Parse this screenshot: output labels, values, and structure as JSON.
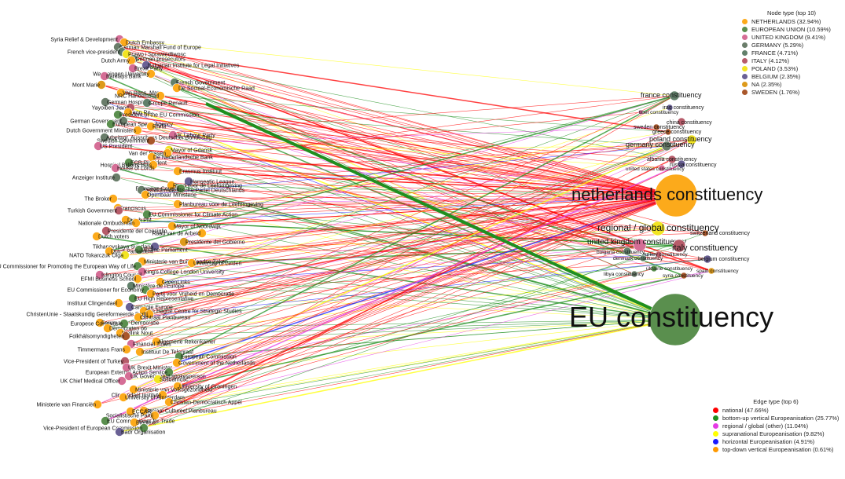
{
  "node_legend": {
    "title": "Node type (top 10)",
    "items": [
      {
        "label": "NETHERLANDS (32.94%)",
        "color": "#fcaa1b"
      },
      {
        "label": "EUROPEAN UNION (10.59%)",
        "color": "#5a8f4e"
      },
      {
        "label": "UNITED KINGDOM (9.41%)",
        "color": "#d56e96"
      },
      {
        "label": "GERMANY (5.29%)",
        "color": "#6a7d6a"
      },
      {
        "label": "FRANCE (4.71%)",
        "color": "#62806b"
      },
      {
        "label": "ITALY (4.12%)",
        "color": "#b75c6a"
      },
      {
        "label": "POLAND (3.53%)",
        "color": "#f2e422"
      },
      {
        "label": "BELGIUM (2.35%)",
        "color": "#6a6195"
      },
      {
        "label": "NA (2.35%)",
        "color": "#dd9a1b"
      },
      {
        "label": "SWEDEN (1.76%)",
        "color": "#a9572b"
      }
    ]
  },
  "edge_legend": {
    "title": "Edge type (top 6)",
    "items": [
      {
        "label": "national (47.66%)",
        "color": "#ff0000"
      },
      {
        "label": "bottom-up vertical Europeanisation (25.77%)",
        "color": "#1f8f1f"
      },
      {
        "label": "regional / global (other) (11.04%)",
        "color": "#e53be5"
      },
      {
        "label": "supranational Europeanisation (9.82%)",
        "color": "#ffff00"
      },
      {
        "label": "horizontal Europeanisation (4.91%)",
        "color": "#1a1aff"
      },
      {
        "label": "top-down vertical Europeanisation (0.61%)",
        "color": "#ff9900"
      }
    ]
  },
  "constituencies": [
    {
      "label": "EU constituency",
      "color": "#5a8f4e",
      "size": "xl"
    },
    {
      "label": "netherlands constituency",
      "color": "#fcaa1b",
      "size": "lg"
    },
    {
      "label": "regional / global constituency",
      "color": "#f2e422",
      "size": "md"
    },
    {
      "label": "united kingdom constituency",
      "color": "#d56e96",
      "size": "md"
    },
    {
      "label": "italy constituency",
      "color": "#b75c6a",
      "size": "md"
    },
    {
      "label": "france constituency",
      "color": "#62806b",
      "size": "sm"
    },
    {
      "label": "poland constituency",
      "color": "#f2e422",
      "size": "sm"
    },
    {
      "label": "germany constituency",
      "color": "#6a7d6a",
      "size": "sm"
    },
    {
      "label": "iraq constituency",
      "color": "#6a6195",
      "size": "xs"
    },
    {
      "label": "tibet constituency",
      "color": "#d56e96",
      "size": "xs"
    },
    {
      "label": "china constituency",
      "color": "#b75c6a",
      "size": "xs"
    },
    {
      "label": "sweden constituency",
      "color": "#a9572b",
      "size": "xs"
    },
    {
      "label": "greece constituency",
      "color": "#a9572b",
      "size": "xs"
    },
    {
      "label": "albania constituency",
      "color": "#b75c6a",
      "size": "xs"
    },
    {
      "label": "russia constituency",
      "color": "#6a6195",
      "size": "xs"
    },
    {
      "label": "united states constituency",
      "color": "#d56e96",
      "size": "xs"
    },
    {
      "label": "switzerland constituency",
      "color": "#a9572b",
      "size": "xs"
    },
    {
      "label": "bulgaria constituency",
      "color": "#62806b",
      "size": "xs"
    },
    {
      "label": "turkey constituency",
      "color": "#b75c6a",
      "size": "xs"
    },
    {
      "label": "belgium constituency",
      "color": "#6a6195",
      "size": "xs"
    },
    {
      "label": "denmark constituency",
      "color": "#62806b",
      "size": "xs"
    },
    {
      "label": "ukraine constituency",
      "color": "#5a8f4e",
      "size": "xs"
    },
    {
      "label": "spain constituency",
      "color": "#dd9a1b",
      "size": "xs"
    },
    {
      "label": "libya constituency",
      "color": "#6a7d6a",
      "size": "xs"
    },
    {
      "label": "syria constituency",
      "color": "#a9572b",
      "size": "xs"
    }
  ],
  "actors": [
    {
      "label": "Syria Relief & Development",
      "color": "#d56e96"
    },
    {
      "label": "Dutch Embassy",
      "color": "#fcaa1b"
    },
    {
      "label": "German Marshall Fund of Europe",
      "color": "#6a7d6a"
    },
    {
      "label": "French vice-president",
      "color": "#62806b"
    },
    {
      "label": "Prawo i Sprawiedliwosc",
      "color": "#f2e422"
    },
    {
      "label": "German prosecutors",
      "color": "#6a7d6a"
    },
    {
      "label": "Dutch Army",
      "color": "#fcaa1b"
    },
    {
      "label": "Bulgarian Institute for Legal Initiatives",
      "color": "#6a6195"
    },
    {
      "label": "Brexit Party",
      "color": "#d56e96"
    },
    {
      "label": "Wageningen University",
      "color": "#fcaa1b"
    },
    {
      "label": "Barclays Bank",
      "color": "#d56e96"
    },
    {
      "label": "French Government",
      "color": "#62806b"
    },
    {
      "label": "Mont Marie",
      "color": "#dd9a1b"
    },
    {
      "label": "De Sociaal-Economische Raad",
      "color": "#fcaa1b"
    },
    {
      "label": "Van Rens, Marc",
      "color": "#fcaa1b"
    },
    {
      "label": "NRC Handelsblad",
      "color": "#fcaa1b"
    },
    {
      "label": "German Hospitals",
      "color": "#6a7d6a"
    },
    {
      "label": "Groupe Renault",
      "color": "#62806b"
    },
    {
      "label": "Yayoiben Jiang",
      "color": "#b75c6a"
    },
    {
      "label": "Leon Ro",
      "color": "#fcaa1b"
    },
    {
      "label": "President of the EU Commission",
      "color": "#5a8f4e"
    },
    {
      "label": "German Government",
      "color": "#6a7d6a"
    },
    {
      "label": "European Space Agency",
      "color": "#5a8f4e"
    },
    {
      "label": "RIVM",
      "color": "#fcaa1b"
    },
    {
      "label": "Dutch Government Ministers",
      "color": "#fcaa1b"
    },
    {
      "label": "UK Labour Party",
      "color": "#d56e96"
    },
    {
      "label": "Arbeitsgr. Ausschuss Deutscher Bundestag",
      "color": "#6a7d6a"
    },
    {
      "label": "Swedish Government",
      "color": "#a9572b"
    },
    {
      "label": "US President",
      "color": "#d56e96"
    },
    {
      "label": "Mayor of Gdansk",
      "color": "#f2e422"
    },
    {
      "label": "Van der Biesen",
      "color": "#fcaa1b"
    },
    {
      "label": "De Nederlandsche Bank",
      "color": "#fcaa1b"
    },
    {
      "label": "ECB President",
      "color": "#5a8f4e"
    },
    {
      "label": "Hospital Bijlkerk Bois",
      "color": "#fcaa1b"
    },
    {
      "label": "House of Lords",
      "color": "#d56e96"
    },
    {
      "label": "Erasmus Instituut",
      "color": "#fcaa1b"
    },
    {
      "label": "Anzeiger Institute",
      "color": "#6a7d6a"
    },
    {
      "label": "Hanseatic League",
      "color": "#6a6195"
    },
    {
      "label": "Raad voor de Leefomgeving",
      "color": "#fcaa1b"
    },
    {
      "label": "European Council",
      "color": "#5a8f4e"
    },
    {
      "label": "Sozialdemokratische Partei Deutschlands",
      "color": "#6a7d6a"
    },
    {
      "label": "Openbaar Ministerie",
      "color": "#fcaa1b"
    },
    {
      "label": "The Broker",
      "color": "#fcaa1b"
    },
    {
      "label": "Planbureau voor de Leefomgeving",
      "color": "#fcaa1b"
    },
    {
      "label": "Franciscus",
      "color": "#fcaa1b"
    },
    {
      "label": "Turkish Government",
      "color": "#b75c6a"
    },
    {
      "label": "EU Commissioner for Climate Action",
      "color": "#5a8f4e"
    },
    {
      "label": "Dutch PM",
      "color": "#fcaa1b"
    },
    {
      "label": "Nationale Ombudsman",
      "color": "#fcaa1b"
    },
    {
      "label": "Mayor of Noordwijk",
      "color": "#fcaa1b"
    },
    {
      "label": "Presidente del Consiglio",
      "color": "#b75c6a"
    },
    {
      "label": "Raad van de Arbeid",
      "color": "#fcaa1b"
    },
    {
      "label": "Dutch voters",
      "color": "#fcaa1b"
    },
    {
      "label": "Presidente del Gobierno",
      "color": "#dd9a1b"
    },
    {
      "label": "Tikhanovskaya Sviatlana",
      "color": "#6a6195"
    },
    {
      "label": "Ukraine Parliament",
      "color": "#5a8f4e"
    },
    {
      "label": "Dutch Parliament",
      "color": "#fcaa1b"
    },
    {
      "label": "NATO Tokarczuk Olga",
      "color": "#f2e422"
    },
    {
      "label": "Ministerie van Buitenlandse Zaken",
      "color": "#fcaa1b"
    },
    {
      "label": "University of Leiden",
      "color": "#fcaa1b"
    },
    {
      "label": "EU Commissioner for Promoting the European Way of Life",
      "color": "#5a8f4e"
    },
    {
      "label": "King's College London University",
      "color": "#d56e96"
    },
    {
      "label": "Islington Council",
      "color": "#d56e96"
    },
    {
      "label": "EFMI Business School",
      "color": "#fcaa1b"
    },
    {
      "label": "GroenLinks",
      "color": "#fcaa1b"
    },
    {
      "label": "Ministère de l'Europe",
      "color": "#62806b"
    },
    {
      "label": "EU Commissioner for Economy",
      "color": "#5a8f4e"
    },
    {
      "label": "Partij voor Vrijheid en Democratie",
      "color": "#fcaa1b"
    },
    {
      "label": "EU High Representative",
      "color": "#5a8f4e"
    },
    {
      "label": "Instituut Clingendael",
      "color": "#fcaa1b"
    },
    {
      "label": "Carnegie Europe",
      "color": "#6a6195"
    },
    {
      "label": "The Hague Centre for Strategic Studies",
      "color": "#fcaa1b"
    },
    {
      "label": "ChristenUnie - Staatskundig Gereformeerde Partij",
      "color": "#fcaa1b"
    },
    {
      "label": "Centraal Planbureau",
      "color": "#fcaa1b"
    },
    {
      "label": "Forum voor Democratie",
      "color": "#fcaa1b"
    },
    {
      "label": "Europese Commissie",
      "color": "#5a8f4e"
    },
    {
      "label": "Democraten 66",
      "color": "#fcaa1b"
    },
    {
      "label": "Wellink Nout",
      "color": "#fcaa1b"
    },
    {
      "label": "Folkhälsomyndigheten",
      "color": "#a9572b"
    },
    {
      "label": "Algemene Rekenkamer",
      "color": "#fcaa1b"
    },
    {
      "label": "Financial Times",
      "color": "#d56e96"
    },
    {
      "label": "Timmermans Frans",
      "color": "#fcaa1b"
    },
    {
      "label": "Instituut De Telegraaf",
      "color": "#fcaa1b"
    },
    {
      "label": "European Commission",
      "color": "#5a8f4e"
    },
    {
      "label": "Vice-President of Turkey",
      "color": "#b75c6a"
    },
    {
      "label": "Government of the Netherlands",
      "color": "#fcaa1b"
    },
    {
      "label": "UK Brexit Minister",
      "color": "#d56e96"
    },
    {
      "label": "European External Action Service",
      "color": "#5a8f4e"
    },
    {
      "label": "UK Government spokesperson",
      "color": "#d56e96"
    },
    {
      "label": "Solidarność",
      "color": "#f2e422"
    },
    {
      "label": "UK Chief Medical Officer",
      "color": "#d56e96"
    },
    {
      "label": "University of Groningen",
      "color": "#fcaa1b"
    },
    {
      "label": "Ministerie van Volksgezondheid",
      "color": "#fcaa1b"
    },
    {
      "label": "Clingendael Institute",
      "color": "#fcaa1b"
    },
    {
      "label": "University of Amsterdam",
      "color": "#fcaa1b"
    },
    {
      "label": "Christen-Democratisch Appèl",
      "color": "#fcaa1b"
    },
    {
      "label": "Ministerie van Financiën",
      "color": "#fcaa1b"
    },
    {
      "label": "Sociaal Cultureel Planbureau",
      "color": "#fcaa1b"
    },
    {
      "label": "ECCAR",
      "color": "#fcaa1b"
    },
    {
      "label": "Socialistische Partij",
      "color": "#fcaa1b"
    },
    {
      "label": "EU Commissioner for Trade",
      "color": "#5a8f4e"
    },
    {
      "label": "Bioniext",
      "color": "#fcaa1b"
    },
    {
      "label": "Vice-President of European Commission",
      "color": "#5a8f4e"
    },
    {
      "label": "Badr Organisation",
      "color": "#6a6195"
    }
  ]
}
